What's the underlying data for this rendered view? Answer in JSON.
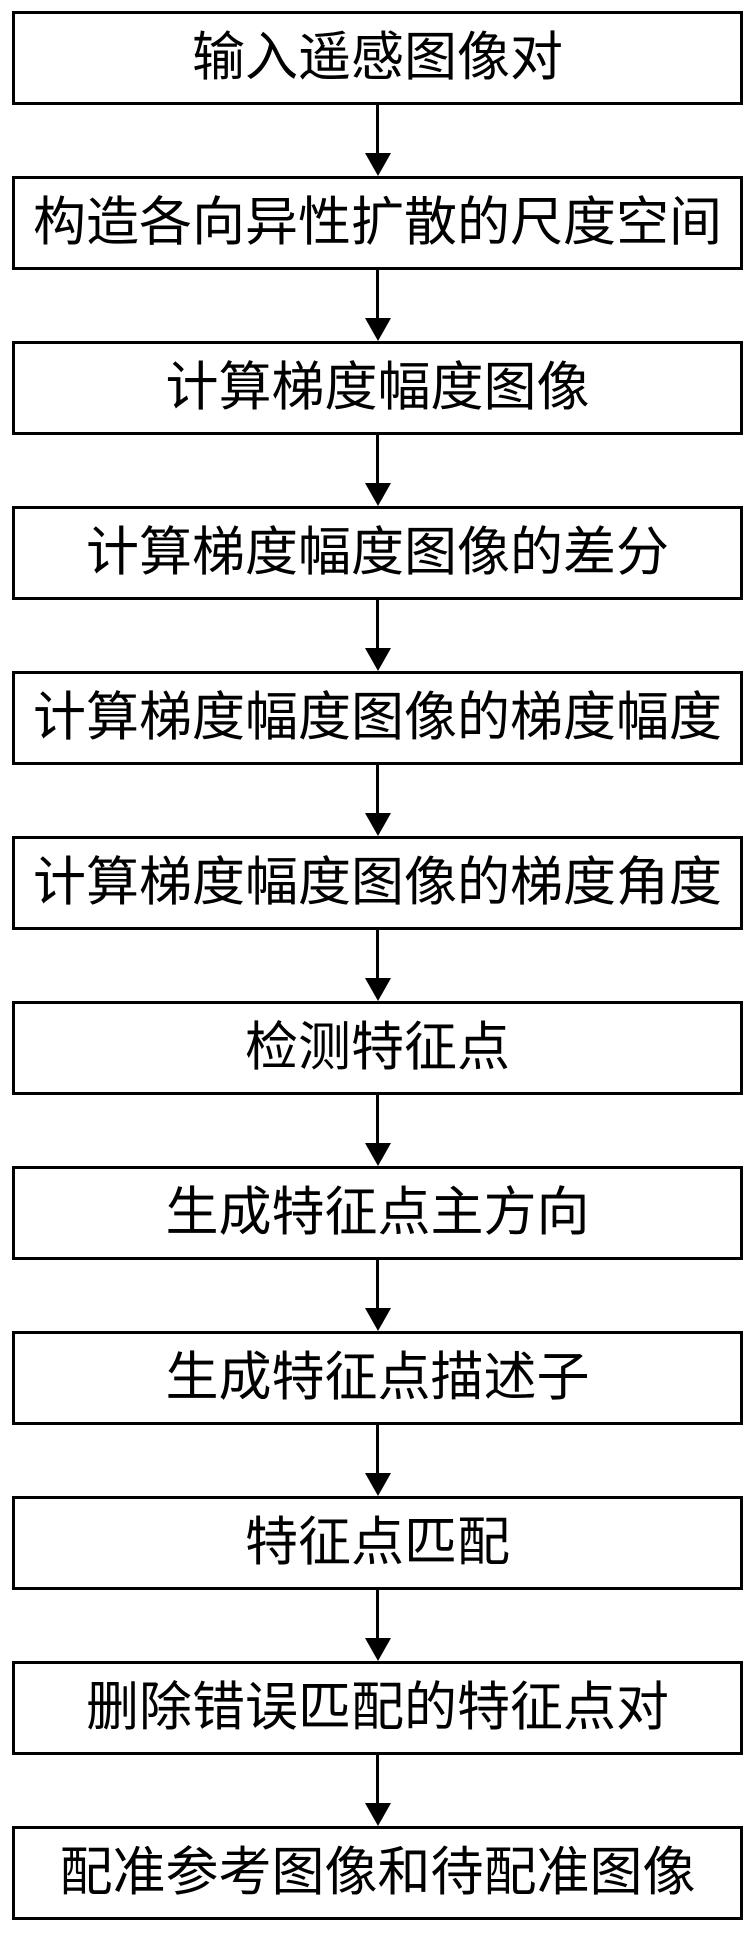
{
  "diagram": {
    "type": "flowchart",
    "direction": "top-down",
    "colors": {
      "background": "#ffffff",
      "box_border": "#000000",
      "box_fill": "#ffffff",
      "text": "#000000",
      "arrow": "#000000"
    },
    "arrow_icon": "arrow-down-filled-triangle",
    "steps": [
      {
        "label": "输入遥感图像对"
      },
      {
        "label": "构造各向异性扩散的尺度空间"
      },
      {
        "label": "计算梯度幅度图像"
      },
      {
        "label": "计算梯度幅度图像的差分"
      },
      {
        "label": "计算梯度幅度图像的梯度幅度"
      },
      {
        "label": "计算梯度幅度图像的梯度角度"
      },
      {
        "label": "检测特征点"
      },
      {
        "label": "生成特征点主方向"
      },
      {
        "label": "生成特征点描述子"
      },
      {
        "label": "特征点匹配"
      },
      {
        "label": "删除错误匹配的特征点对"
      },
      {
        "label": "配准参考图像和待配准图像"
      }
    ]
  }
}
